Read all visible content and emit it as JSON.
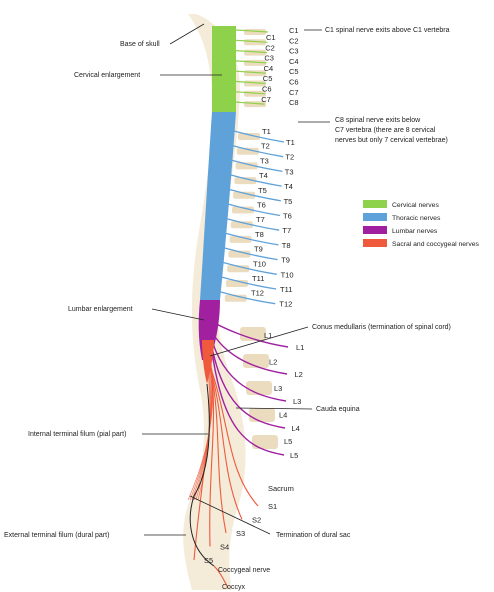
{
  "colors": {
    "cervical": "#8ed14a",
    "thoracic": "#5fa2d9",
    "lumbar": "#a020a0",
    "sacral": "#ef5a3c",
    "bone": "#ecdcbf",
    "line": "#222222"
  },
  "legend": [
    {
      "label": "Cervical nerves",
      "color": "#8ed14a"
    },
    {
      "label": "Thoracic nerves",
      "color": "#5fa2d9"
    },
    {
      "label": "Lumbar nerves",
      "color": "#a020a0"
    },
    {
      "label": "Sacral and coccygeal nerves",
      "color": "#ef5a3c"
    }
  ],
  "annotations": {
    "base_of_skull": "Base of skull",
    "cervical_enlargement": "Cervical enlargement",
    "c1_note": "C1 spinal nerve exits above C1 vertebra",
    "c8_note": [
      "C8 spinal nerve exits below",
      "C7 vertebra (there are 8 cervical",
      "nerves but only 7 cervical vertebrae)"
    ],
    "lumbar_enlargement": "Lumbar enlargement",
    "conus_medullaris": "Conus medullaris (termination of spinal cord)",
    "cauda_equina": "Cauda equina",
    "internal_terminal_filum": "Internal terminal filum (pial part)",
    "external_terminal_filum": "External terminal filum (dural part)",
    "termination_dural_sac": "Termination of dural sac",
    "coccygeal_nerve": "Coccygeal nerve",
    "coccyx": "Coccyx"
  },
  "spinal_nerves": {
    "cervical_nerves": [
      "C1",
      "C2",
      "C3",
      "C4",
      "C5",
      "C6",
      "C7",
      "C8"
    ],
    "cervical_vertebrae": [
      "C1",
      "C2",
      "C3",
      "C4",
      "C5",
      "C6",
      "C7"
    ],
    "thoracic_nerves": [
      "T1",
      "T2",
      "T3",
      "T4",
      "T5",
      "T6",
      "T7",
      "T8",
      "T9",
      "T10",
      "T11",
      "T12"
    ],
    "thoracic_vertebrae": [
      "T1",
      "T2",
      "T3",
      "T4",
      "T5",
      "T6",
      "T7",
      "T8",
      "T9",
      "T10",
      "T11",
      "T12"
    ],
    "lumbar_nerves": [
      "L1",
      "L2",
      "L3",
      "L4",
      "L5"
    ],
    "lumbar_vertebrae": [
      "L1",
      "L2",
      "L3",
      "L4",
      "L5"
    ],
    "sacrum": "Sacrum",
    "sacral_nerves": [
      "S1",
      "S2",
      "S3",
      "S4",
      "S5"
    ]
  }
}
